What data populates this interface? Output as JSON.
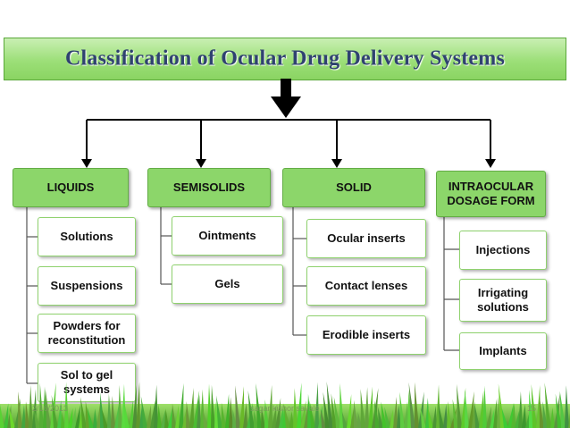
{
  "title": "Classification of Ocular Drug Delivery Systems",
  "categories": [
    {
      "label": "LIQUIDS",
      "items": [
        "Solutions",
        "Suspensions",
        "Powders for reconstitution",
        "Sol to gel systems"
      ]
    },
    {
      "label": "SEMISOLIDS",
      "items": [
        "Ointments",
        "Gels"
      ]
    },
    {
      "label": "SOLID",
      "items": [
        "Ocular inserts",
        "Contact lenses",
        "Erodible inserts"
      ]
    },
    {
      "label": "INTRAOCULAR DOSAGE FORM",
      "items": [
        "Injections",
        "Irrigating solutions",
        "Implants"
      ]
    }
  ],
  "footer": {
    "date": "2/16/2013",
    "center": "sagar kishor savale",
    "page": "15"
  },
  "colors": {
    "accent_green": "#8cd66a",
    "title_text": "#2f4270",
    "connector": "#000000"
  }
}
